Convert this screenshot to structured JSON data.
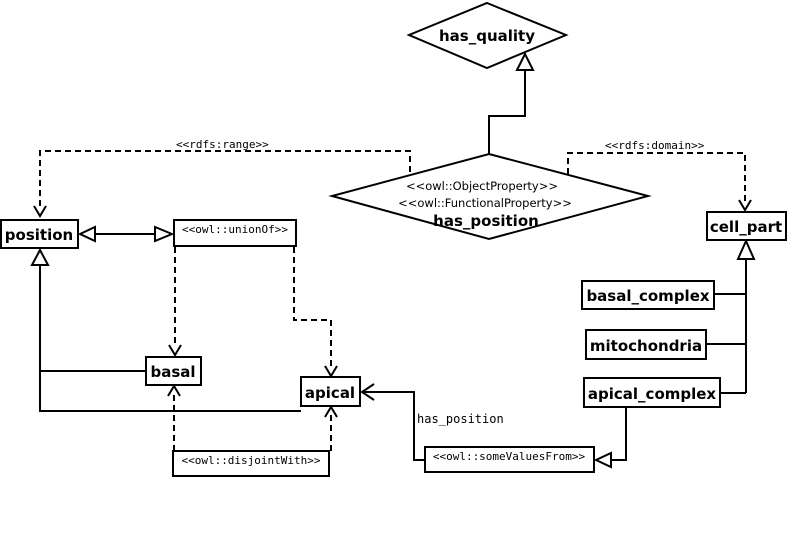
{
  "nodes": {
    "has_quality": "has_quality",
    "has_position": "has_position",
    "has_position_stereo1": "<<owl::ObjectProperty>>",
    "has_position_stereo2": "<<owl::FunctionalProperty>>",
    "position": "position",
    "cell_part": "cell_part",
    "basal": "basal",
    "apical": "apical",
    "basal_complex": "basal_complex",
    "mitochondria": "mitochondria",
    "apical_complex": "apical_complex",
    "union_of": "<<owl::unionOf>>",
    "disjoint_with": "<<owl::disjointWith>>",
    "some_values_from": "<<owl::someValuesFrom>>"
  },
  "edges": {
    "range": "<<rdfs:range>>",
    "domain": "<<rdfs:domain>>",
    "has_position_edge": "has_position"
  }
}
